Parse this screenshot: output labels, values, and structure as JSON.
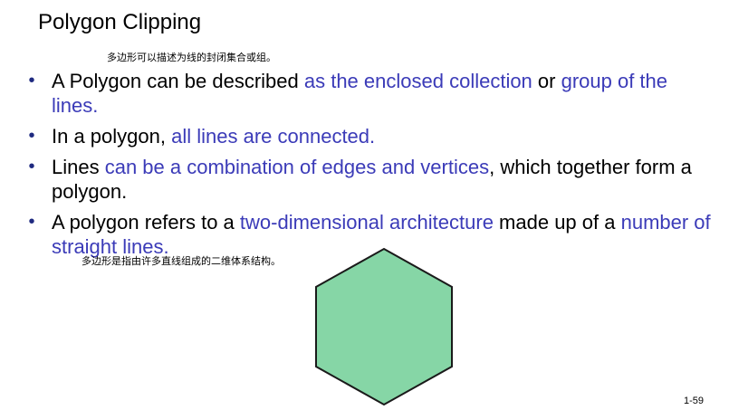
{
  "slide": {
    "title": "Polygon Clipping",
    "note_top": "多边形可以描述为线的封闭集合或组。",
    "note_mid": "多边形是指由许多直线组成的二维体系结构。",
    "page_number": "1-59",
    "accent_color": "#3b3bb8",
    "hexagon_fill": "#86d6a6",
    "hexagon_stroke": "#1a1a1a"
  },
  "bullets": [
    {
      "parts": [
        {
          "text": "A Polygon can be described ",
          "highlight": false
        },
        {
          "text": "as the enclosed collection",
          "highlight": true
        },
        {
          "text": " or ",
          "highlight": false
        },
        {
          "text": "group of the lines.",
          "highlight": true
        }
      ]
    },
    {
      "parts": [
        {
          "text": "In a polygon, ",
          "highlight": false
        },
        {
          "text": "all lines are connected.",
          "highlight": true
        }
      ]
    },
    {
      "parts": [
        {
          "text": "Lines ",
          "highlight": false
        },
        {
          "text": "can be a combination of edges and vertices",
          "highlight": true
        },
        {
          "text": ", which together form a polygon.",
          "highlight": false
        }
      ]
    },
    {
      "parts": [
        {
          "text": "A polygon refers to a ",
          "highlight": false
        },
        {
          "text": "two-dimensional architecture",
          "highlight": true
        },
        {
          "text": " made up of a ",
          "highlight": false
        },
        {
          "text": "number of straight lines.",
          "highlight": true
        }
      ]
    }
  ]
}
